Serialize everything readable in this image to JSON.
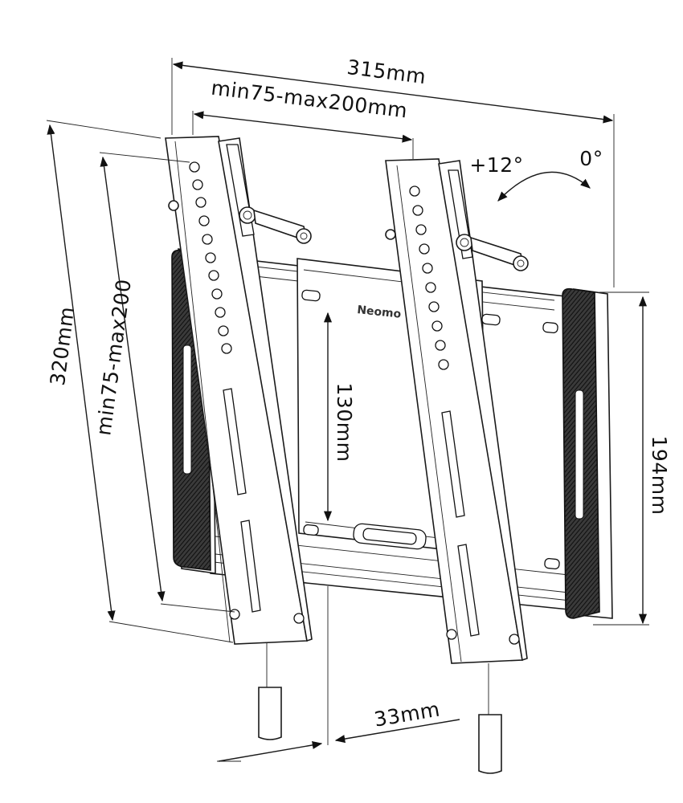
{
  "dimensions": {
    "overall_width": "315mm",
    "vesa_width": "min75-max200mm",
    "overall_height": "320mm",
    "vesa_height": "min75-max200",
    "plate_height": "130mm",
    "pad_height": "194mm",
    "depth": "33mm",
    "tilt_max": "+12°",
    "tilt_min": "0°"
  },
  "brand": {
    "text": "Neomo"
  },
  "colors": {
    "line": "#1a1a1a",
    "pad": "#2a2a2a",
    "background": "#ffffff"
  }
}
